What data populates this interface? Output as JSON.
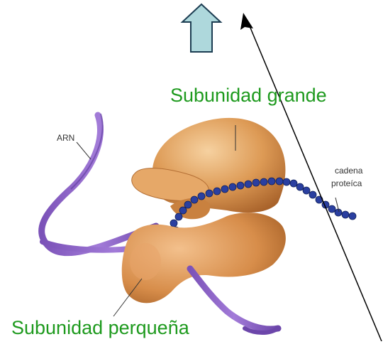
{
  "labels": {
    "large_subunit": "Subunidad grande",
    "small_subunit": "Subunidad perqueña",
    "rna": "ARN",
    "protein_chain_line1": "cadena",
    "protein_chain_line2": "proteíca"
  },
  "colors": {
    "subunit_text": "#1e9a1e",
    "ribosome_light": "#f2c38a",
    "ribosome_mid": "#d8914c",
    "ribosome_dark": "#a85f24",
    "rna_ribbon": "#8a5fc4",
    "rna_ribbon_dark": "#5e3a9c",
    "protein_bead": "#2a3fa0",
    "arrow_fill": "#aed8dc",
    "arrow_stroke": "#1c3d52",
    "pointer_line": "#000000"
  },
  "icons": {
    "up_arrow": "up-arrow-icon",
    "pointer_arrow": "pointer-arrow"
  }
}
